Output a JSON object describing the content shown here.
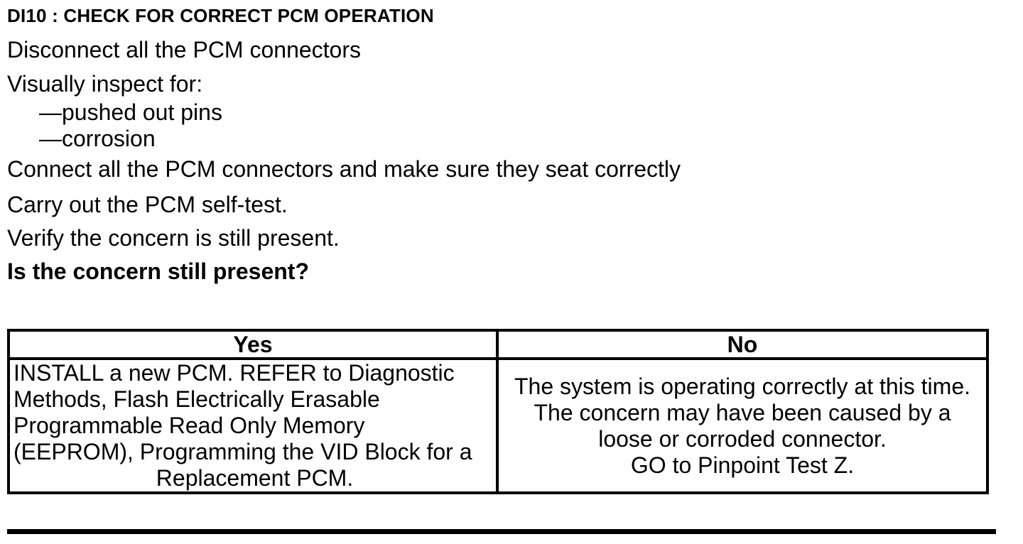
{
  "colors": {
    "text": "#000000",
    "background": "#ffffff",
    "table_border": "#000000"
  },
  "procedure": {
    "title": "DI10 : CHECK FOR CORRECT PCM OPERATION",
    "steps": {
      "disconnect": "Disconnect all the PCM connectors",
      "visual_inspect": "Visually inspect for:",
      "inspect_items": [
        "—pushed out pins",
        "—corrosion"
      ],
      "connect": "Connect all the PCM connectors and make sure they seat correctly",
      "self_test": "Carry out the PCM self-test.",
      "verify": "Verify the concern is still present.",
      "question": "Is the concern still present?"
    }
  },
  "decision_table": {
    "headers": {
      "yes": "Yes",
      "no": "No"
    },
    "yes_action_lines": [
      "INSTALL a new PCM. REFER to Diagnostic",
      "Methods, Flash Electrically Erasable",
      "Programmable Read Only Memory",
      "(EEPROM), Programming the VID Block for a",
      "Replacement PCM."
    ],
    "no_action_lines": [
      "The system is operating correctly at this time.",
      "The concern may have been caused by a",
      "loose or corroded connector.",
      "GO to Pinpoint Test Z."
    ]
  }
}
